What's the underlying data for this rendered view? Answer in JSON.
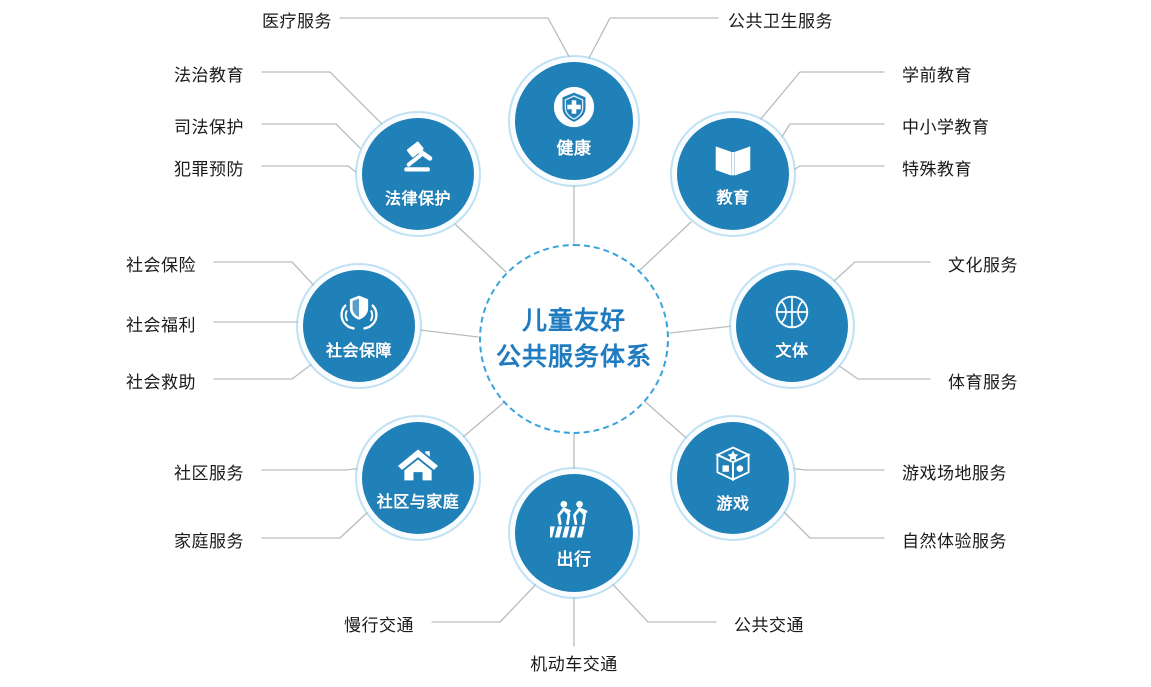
{
  "center": {
    "line1": "儿童友好",
    "line2": "公共服务体系",
    "color": "#1f7cc0",
    "border_color": "#3aa3dd",
    "border_style": "dashed"
  },
  "theme": {
    "node_blue": "#2080b8",
    "node_label_color": "#ffffff",
    "leaf_text_color": "#1a1a1a",
    "connector_color": "#b9bcbe",
    "background": "#ffffff"
  },
  "nodes": [
    {
      "id": "health",
      "label": "健康",
      "icon": "shield-cross-icon",
      "leaves": [
        "医疗服务",
        "公共卫生服务"
      ]
    },
    {
      "id": "education",
      "label": "教育",
      "icon": "open-book-icon",
      "leaves": [
        "学前教育",
        "中小学教育",
        "特殊教育"
      ]
    },
    {
      "id": "culture-sports",
      "label": "文体",
      "icon": "basketball-icon",
      "leaves": [
        "文化服务",
        "体育服务"
      ]
    },
    {
      "id": "play",
      "label": "游戏",
      "icon": "dice-cube-icon",
      "leaves": [
        "游戏场地服务",
        "自然体验服务"
      ]
    },
    {
      "id": "travel",
      "label": "出行",
      "icon": "pedestrian-crossing-icon",
      "leaves": [
        "慢行交通",
        "机动车交通",
        "公共交通"
      ]
    },
    {
      "id": "community-family",
      "label": "社区与家庭",
      "icon": "house-icon",
      "leaves": [
        "社区服务",
        "家庭服务"
      ]
    },
    {
      "id": "social-security",
      "label": "社会保障",
      "icon": "hands-shield-icon",
      "leaves": [
        "社会保险",
        "社会福利",
        "社会救助"
      ]
    },
    {
      "id": "legal-protection",
      "label": "法律保护",
      "icon": "gavel-icon",
      "leaves": [
        "法治教育",
        "司法保护",
        "犯罪预防"
      ]
    }
  ],
  "leaf_labels": {
    "medical": "医疗服务",
    "public_health": "公共卫生服务",
    "preschool": "学前教育",
    "primary_secondary": "中小学教育",
    "special_ed": "特殊教育",
    "culture_service": "文化服务",
    "sports_service": "体育服务",
    "play_ground": "游戏场地服务",
    "nature_experience": "自然体验服务",
    "public_transit": "公共交通",
    "motor_traffic": "机动车交通",
    "slow_traffic": "慢行交通",
    "family_service": "家庭服务",
    "community_service": "社区服务",
    "social_assistance": "社会救助",
    "social_welfare": "社会福利",
    "social_insurance": "社会保险",
    "crime_prevention": "犯罪预防",
    "judicial_protection": "司法保护",
    "rule_of_law_edu": "法治教育"
  }
}
